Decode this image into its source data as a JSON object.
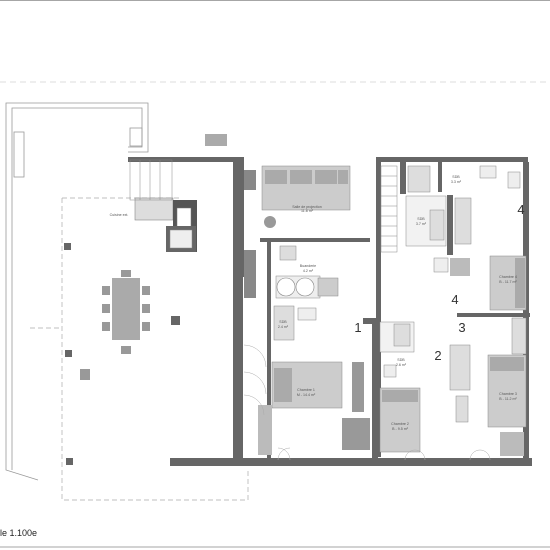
{
  "scale": "le 1.100e",
  "rooms": {
    "salle": {
      "name": "Salle de projection",
      "area": "11.8 m²"
    },
    "buanderie": {
      "name": "Buanderie",
      "area": "4.2 m²"
    },
    "sdb_small": {
      "name": "SDB",
      "area": "2.4 m²"
    },
    "chambre1": {
      "name": "Chambre 1",
      "area": "M - 14.4 m²"
    },
    "sdb_mid": {
      "name": "SDB",
      "area": "3.7 m²"
    },
    "sdb_top": {
      "name": "SDB",
      "area": "3.3 m²"
    },
    "sdb2": {
      "name": "SDB",
      "area": "2.6 m²"
    },
    "chambre2": {
      "name": "Chambre 2",
      "area": "B - 9.5 m²"
    },
    "chambre3": {
      "name": "Chambre 3",
      "area": "B - 11.2 m²"
    },
    "chambre4": {
      "name": "Chambre 4",
      "area": "B - 11.7 m²"
    }
  },
  "numbers": [
    "1",
    "2",
    "3",
    "4",
    "4"
  ],
  "exterior": {
    "label": "Cuisine ext."
  }
}
